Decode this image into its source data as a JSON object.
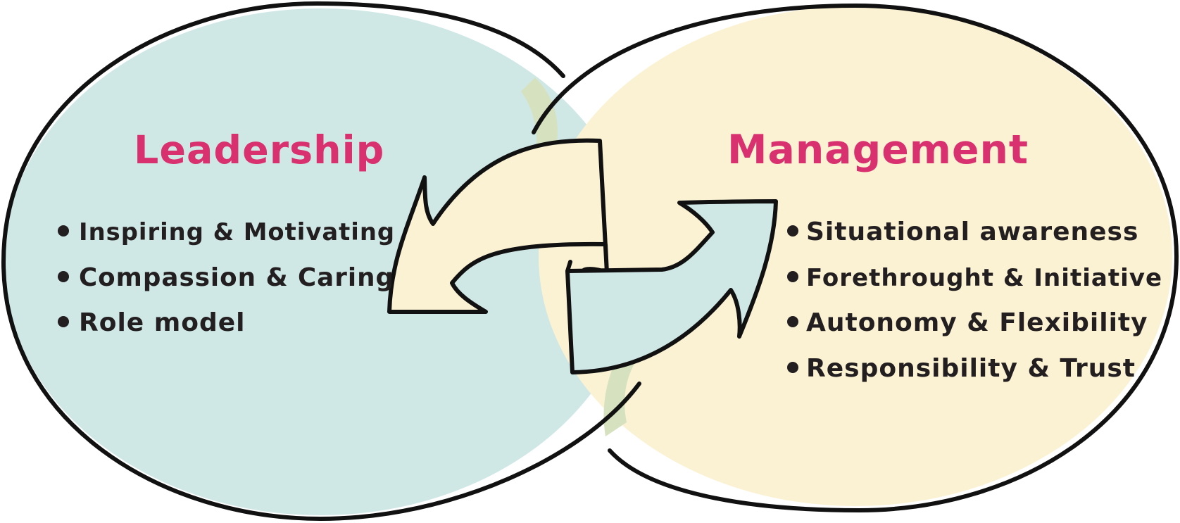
{
  "colors": {
    "leadership_fill": "#cfe8e6",
    "management_fill": "#fbf2d3",
    "overlap_tint": "#d6e2bf",
    "heading": "#d93070",
    "text": "#231f20",
    "outline": "#111111"
  },
  "leadership": {
    "title": "Leadership",
    "items": [
      "Inspiring & Motivating",
      "Compassion & Caring",
      "Role model"
    ]
  },
  "management": {
    "title": "Management",
    "items": [
      "Situational awareness",
      "Forethrought & Initiative",
      "Autonomy & Flexibility",
      "Responsibility & Trust"
    ]
  },
  "arrows": [
    {
      "name": "arrow-management-to-leadership",
      "direction": "left",
      "fill": "management_fill"
    },
    {
      "name": "arrow-leadership-to-management",
      "direction": "right",
      "fill": "leadership_fill"
    }
  ]
}
